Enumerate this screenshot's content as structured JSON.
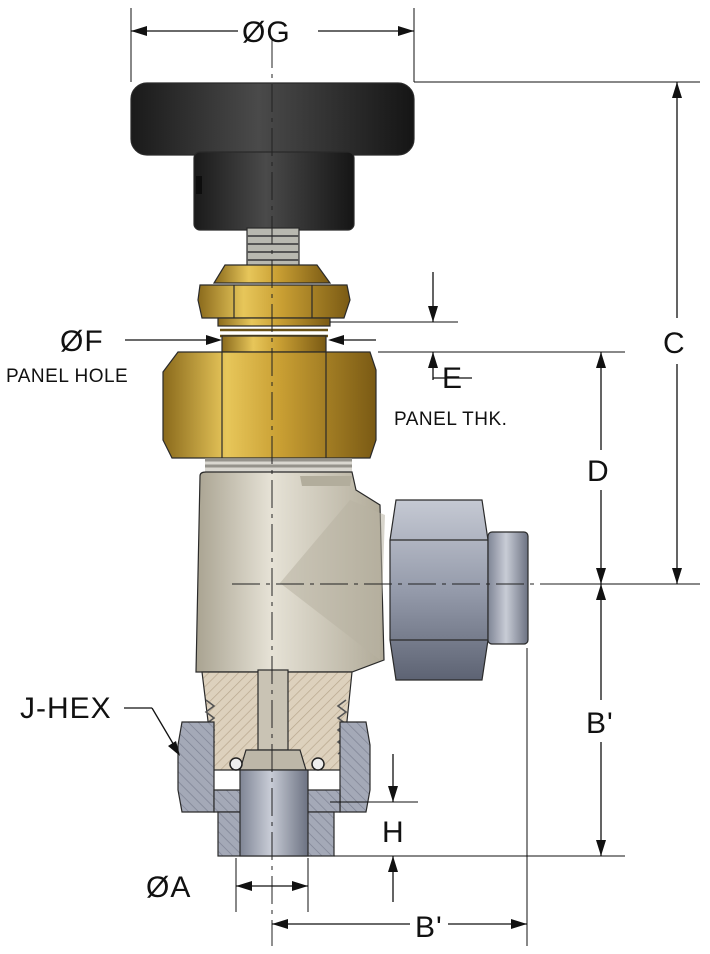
{
  "labels": {
    "dim_g": "ØG",
    "dim_f": "ØF",
    "panel_hole": "PANEL HOLE",
    "dim_e": "E",
    "panel_thk": "PANEL THK.",
    "dim_c": "C",
    "dim_d": "D",
    "dim_b_vertical": "B'",
    "j_hex": "J-HEX",
    "dim_h": "H",
    "dim_a": "ØA",
    "dim_b_horizontal": "B'"
  },
  "colors": {
    "handle": "#2b2b2b",
    "brass": "#c9a23a",
    "body": "#cfcabb",
    "fitting": "#9aa0ae",
    "section": "#d9cdb9"
  }
}
